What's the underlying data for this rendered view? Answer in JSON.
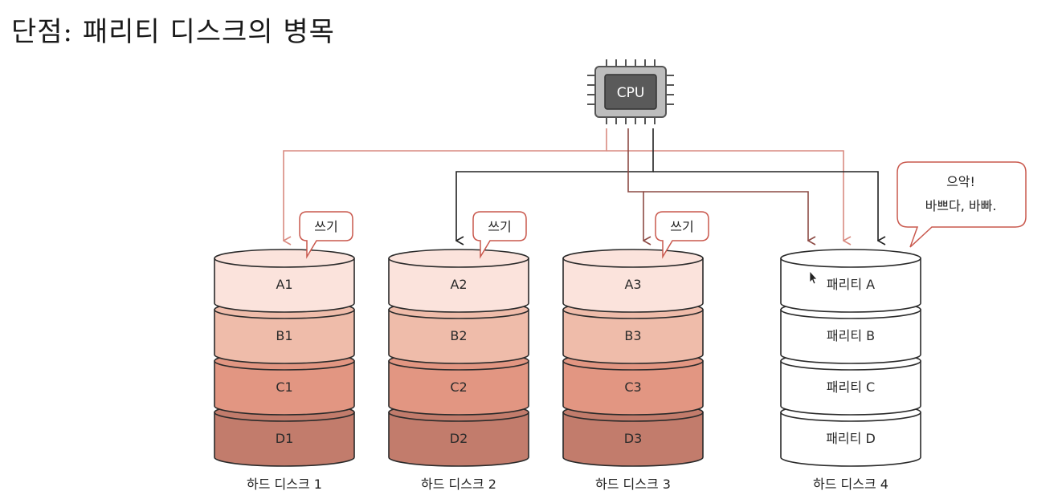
{
  "title": "단점: 패리티 디스크의 병목",
  "cpu": {
    "label": "CPU"
  },
  "colors": {
    "write_arrow": "#d98a80",
    "read_arrow": "#222222",
    "bubble_border": "#c9584d",
    "level1": "#fbe3dc",
    "level2": "#efbcaa",
    "level3": "#e29682",
    "level4": "#c27c6c",
    "parity": "#ffffff"
  },
  "disks": [
    {
      "blocks": [
        "A1",
        "B1",
        "C1",
        "D1"
      ],
      "label": "하드 디스크 1",
      "bubble": "쓰기"
    },
    {
      "blocks": [
        "A2",
        "B2",
        "C2",
        "D2"
      ],
      "label": "하드 디스크 2",
      "bubble": "쓰기"
    },
    {
      "blocks": [
        "A3",
        "B3",
        "C3",
        "D3"
      ],
      "label": "하드 디스크 3",
      "bubble": "쓰기"
    },
    {
      "blocks": [
        "패리티 A",
        "패리티 B",
        "패리티 C",
        "패리티 D"
      ],
      "label": "하드 디스크 4"
    }
  ],
  "parity_bubble": {
    "line1": "으악!",
    "line2": "바쁘다, 바빠."
  }
}
